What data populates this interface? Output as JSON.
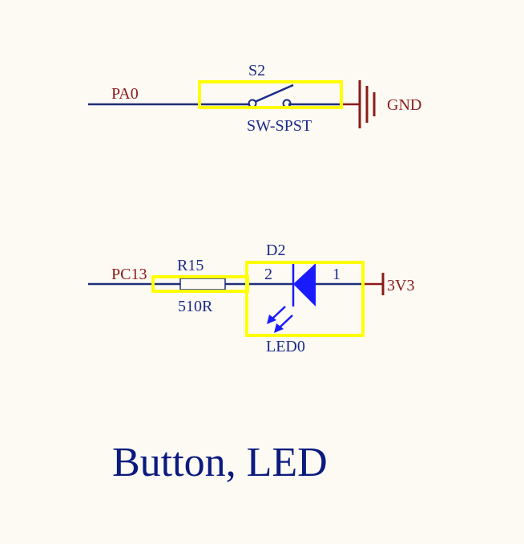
{
  "colors": {
    "background": "#fdfaf3",
    "wire": "#1f2f7a",
    "net_label": "#8b1a1a",
    "component_label": "#1a2a8c",
    "highlight": "#ffff00",
    "led_fill": "#1a1aff"
  },
  "switch": {
    "net": "PA0",
    "designator": "S2",
    "value": "SW-SPST",
    "power": "GND"
  },
  "led_circuit": {
    "net": "PC13",
    "resistor_designator": "R15",
    "resistor_value": "510R",
    "led_designator": "D2",
    "led_pin_anode": "2",
    "led_pin_cathode": "1",
    "led_name": "LED0",
    "power": "3V3"
  },
  "title": "Button, LED"
}
